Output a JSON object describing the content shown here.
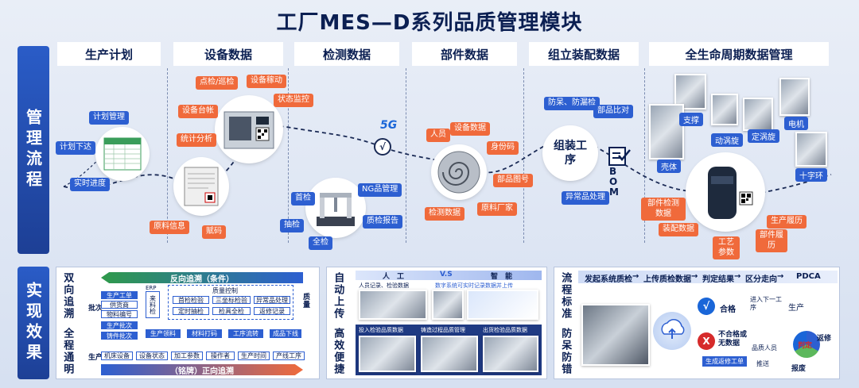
{
  "title": "工厂MES—D系列品质管理模块",
  "side": {
    "top": "管理流程",
    "bottom": "实现效果"
  },
  "columns": [
    "生产计划",
    "设备数据",
    "检测数据",
    "部件数据",
    "组立装配数据",
    "全生命周期数据管理"
  ],
  "plan": {
    "tags": [
      "计划管理",
      "计划下达",
      "实时进度"
    ]
  },
  "equip": {
    "tags_orange": [
      "点检/巡检",
      "设备稼动",
      "设备台帐",
      "状态监控",
      "统计分析"
    ],
    "tags_lower": [
      "原料信息",
      "赋码"
    ]
  },
  "inspect": {
    "tags": [
      "NG品管理",
      "首检",
      "抽检",
      "质检报告",
      "全检"
    ]
  },
  "parts": {
    "tags": [
      "人员",
      "设备数据",
      "身份码",
      "部品图号",
      "检测数据",
      "原料厂家"
    ]
  },
  "assembly": {
    "circle_text": "组装工序",
    "tags": [
      "防呆、防漏检",
      "部品比对",
      "异常品处理"
    ],
    "bom": "BOM"
  },
  "lifecycle": {
    "photo_labels": [
      "支撑",
      "动涡旋",
      "定涡旋",
      "电机",
      "壳体",
      "十字环"
    ],
    "tags": [
      "部件检测数据",
      "装配数据",
      "工艺参数",
      "生产履历",
      "部件履历"
    ]
  },
  "net_badge": "5G",
  "check_mark": "√",
  "b1": {
    "vlabel_a": "双向追溯",
    "vlabel_b": "全程通明",
    "top_arrow": "反向追溯（条件）",
    "bottom_arrow": "（铭牌）正向追溯",
    "row_label_batch": "批次",
    "row_label_prod": "生产",
    "row_label_quality": "质量",
    "erp": "ERP",
    "qc": "质量控制",
    "left_items": [
      "生产工单",
      "供货商",
      "物料编号",
      "生产批次",
      "铸件批次"
    ],
    "mid_col": "来料检",
    "qc_items": [
      "首检检验",
      "三坐标检验",
      "异常品处理",
      "定时抽检",
      "检具全检",
      "返修记录"
    ],
    "flow_items": [
      "生产领料",
      "材料打码",
      "工序流转",
      "成品下线"
    ],
    "bottom_items": [
      "机床设备",
      "设备状态",
      "加工参数",
      "操作者",
      "生产时间",
      "产线工序"
    ]
  },
  "b2": {
    "vlabel_a": "自动上传",
    "vlabel_b": "高效便捷",
    "human": "人　工",
    "vs": "V.S",
    "smart": "智　能",
    "human_sub": "人员记录、检验数据",
    "smart_sub": "数字系统可实时记录数据并上传",
    "sub_heads": [
      "投入检验品质数据",
      "铸造过程品质管理",
      "出货检验品质数据"
    ]
  },
  "b3": {
    "vlabel_a": "流程标准",
    "vlabel_b": "防呆防错",
    "flow": [
      "发起系统质检",
      "上传质检数据",
      "判定结果",
      "区分走向",
      "PDCA"
    ],
    "ok_mark": "√",
    "ok_label": "合格",
    "next_step": "进入下一工序",
    "produce": "生产",
    "ng_mark": "X",
    "ng_label": "不合格或无数据",
    "create_order": "生成返修工单",
    "person": "品质人员",
    "push": "推送",
    "repair": "返修",
    "judge": "判定",
    "scrap": "报废"
  },
  "colors": {
    "primary": "#2d5fd1",
    "accent": "#f06a3b",
    "dark": "#0b1f52"
  }
}
